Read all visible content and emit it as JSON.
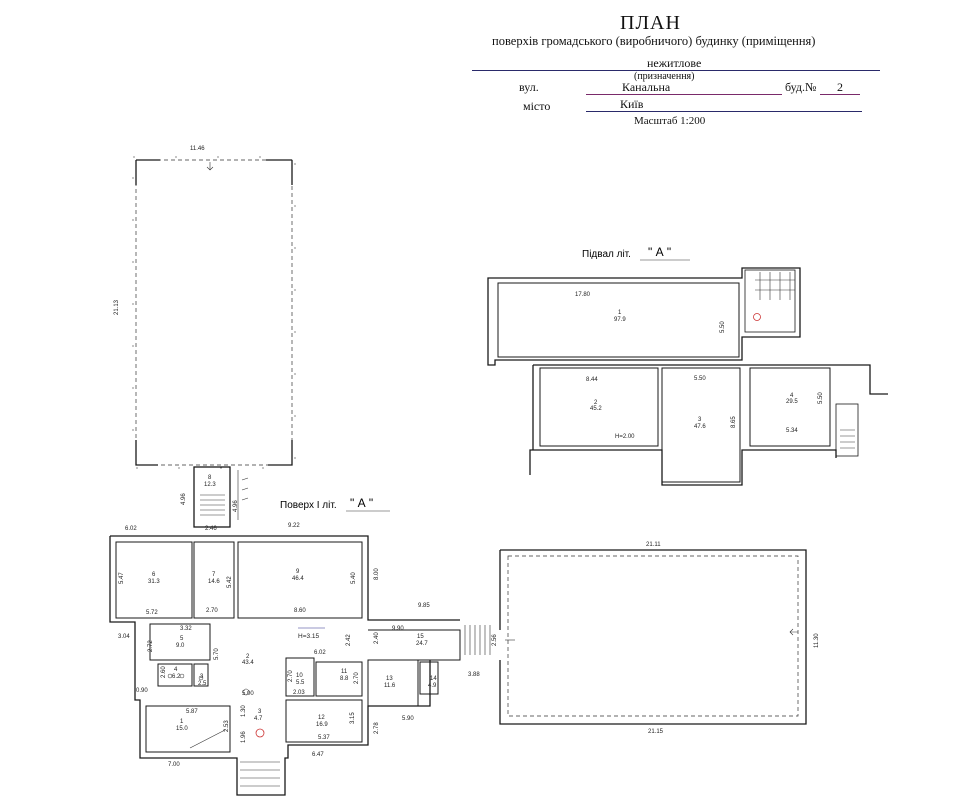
{
  "header": {
    "title": "ПЛАН",
    "subtitle": "поверхів громадського (виробничого) будинку (приміщення)",
    "purpose_value": "нежитлове",
    "purpose_caption": "(призначення)",
    "street_label": "вул.",
    "street_value": "Канальна",
    "building_label": "буд.№",
    "building_value": "2",
    "city_label": "місто",
    "city_value": "Київ",
    "scale": "Масштаб 1:200"
  },
  "basement": {
    "title": "Підвал літ.",
    "litera": "\" А \"",
    "rooms": [
      {
        "num": "1",
        "area": "97.9"
      },
      {
        "num": "2",
        "area": "45.2"
      },
      {
        "num": "3",
        "area": "47.6"
      },
      {
        "num": "4",
        "area": "29.5"
      }
    ],
    "dims": [
      "17.80",
      "5.50",
      "8.44",
      "5.50",
      "8.65",
      "5.50",
      "5.34",
      "H=2.00"
    ]
  },
  "upper_hall": {
    "dims": [
      "11.46",
      "21.13"
    ]
  },
  "floor1": {
    "title": "Поверх I літ.",
    "litera": "\" А \"",
    "height": "H=3.15",
    "rooms": [
      {
        "num": "1",
        "area": "15.0"
      },
      {
        "num": "2",
        "area": "43.4"
      },
      {
        "num": "3",
        "area": "4.7"
      },
      {
        "num": "4",
        "area": "6.2"
      },
      {
        "num": "5",
        "area": "9.0"
      },
      {
        "num": "6",
        "area": "31.3"
      },
      {
        "num": "7",
        "area": "14.6"
      },
      {
        "num": "8",
        "area": "12.3"
      },
      {
        "num": "9",
        "area": "46.4"
      },
      {
        "num": "10",
        "area": "5.5"
      },
      {
        "num": "11",
        "area": "8.8"
      },
      {
        "num": "12",
        "area": "16.9"
      },
      {
        "num": "13",
        "area": "11.6"
      },
      {
        "num": "14",
        "area": "4.9"
      },
      {
        "num": "15",
        "area": "24.7"
      },
      {
        "num": "3",
        "area": "2.5"
      }
    ],
    "dims": [
      "4.96",
      "4.96",
      "2.46",
      "6.02",
      "9.22",
      "5.47",
      "5.42",
      "5.40",
      "8.00",
      "5.72",
      "2.70",
      "8.60",
      "3.32",
      "3.04",
      "2.72",
      "5.70",
      "6.02",
      "2.42",
      "2.40",
      "9.85",
      "9.90",
      "2.56",
      "3.88",
      "0.90",
      "2.03",
      "2.70",
      "2.70",
      "5.00",
      "5.87",
      "2.53",
      "1.30",
      "1.96",
      "3.15",
      "2.78",
      "5.37",
      "5.90",
      "7.00",
      "6.47",
      "2.60"
    ]
  },
  "right_hall": {
    "dims": [
      "21.11",
      "11.30",
      "21.15"
    ]
  }
}
